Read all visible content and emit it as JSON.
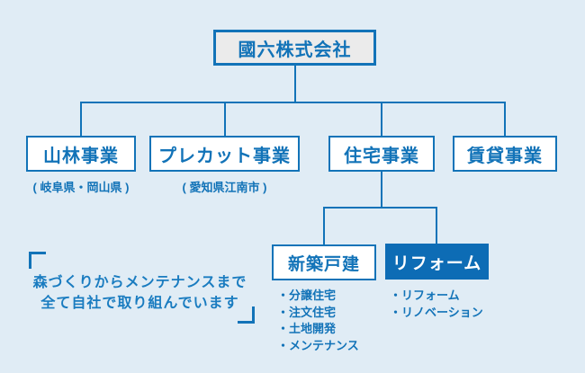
{
  "colors": {
    "background": "#e0ecf5",
    "primary_blue": "#1273b8",
    "highlight_fill": "#0d6cb5",
    "highlight_text": "#ffffff",
    "root_fill": "#ebebeb",
    "box_fill": "#ffffff"
  },
  "org": {
    "root": {
      "label": "國六株式会社"
    },
    "divisions": [
      {
        "label": "山林事業",
        "caption": "( 岐阜県・岡山県 )"
      },
      {
        "label": "プレカット事業",
        "caption": "( 愛知県江南市 )"
      },
      {
        "label": "住宅事業",
        "children": [
          {
            "label": "新築戸建",
            "highlight": false,
            "items": [
              "・分譲住宅",
              "・注文住宅",
              "・土地開発",
              "・メンテナンス"
            ]
          },
          {
            "label": "リフォーム",
            "highlight": true,
            "items": [
              "・リフォーム",
              "・リノベーション"
            ]
          }
        ]
      },
      {
        "label": "賃貸事業"
      }
    ]
  },
  "message": {
    "line1": "森づくりからメンテナンスまで",
    "line2": "全て自社で取り組んでいます"
  }
}
